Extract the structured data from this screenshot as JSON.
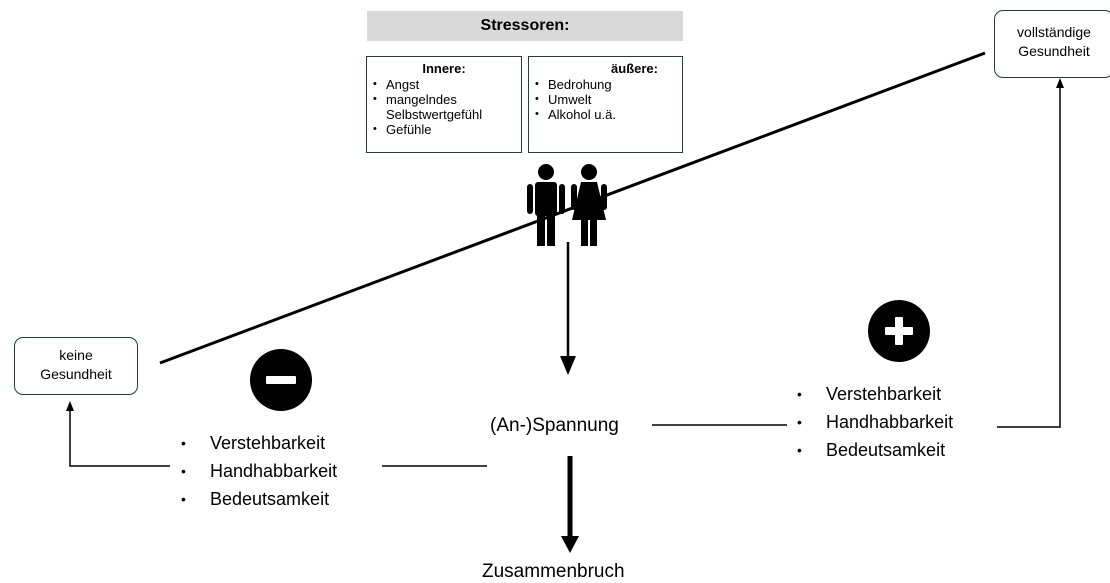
{
  "stressors": {
    "title": "Stressoren:",
    "inner": {
      "title": "Innere:",
      "items": [
        "Angst",
        "mangelndes Selbstwertgefühl",
        "Gefühle"
      ]
    },
    "outer": {
      "title": "äußere:",
      "items": [
        "Bedrohung",
        "Umwelt",
        "Alkohol u.ä."
      ]
    }
  },
  "health": {
    "none": [
      "keine",
      "Gesundheit"
    ],
    "full": [
      "vollständige",
      "Gesundheit"
    ]
  },
  "left_list": [
    "Verstehbarkeit",
    "Handhabbarkeit",
    "Bedeutsamkeit"
  ],
  "right_list": [
    "Verstehbarkeit",
    "Handhabbarkeit",
    "Bedeutsamkeit"
  ],
  "tension_label": "(An-)Spannung",
  "collapse_label": "Zusammenbruch",
  "icons": {
    "negative": "minus-icon",
    "positive": "plus-icon",
    "people": "man-woman-icon"
  },
  "colors": {
    "line": "#000000",
    "box_border": "#1f3b4d",
    "header_fill": "#d9d9d9"
  }
}
